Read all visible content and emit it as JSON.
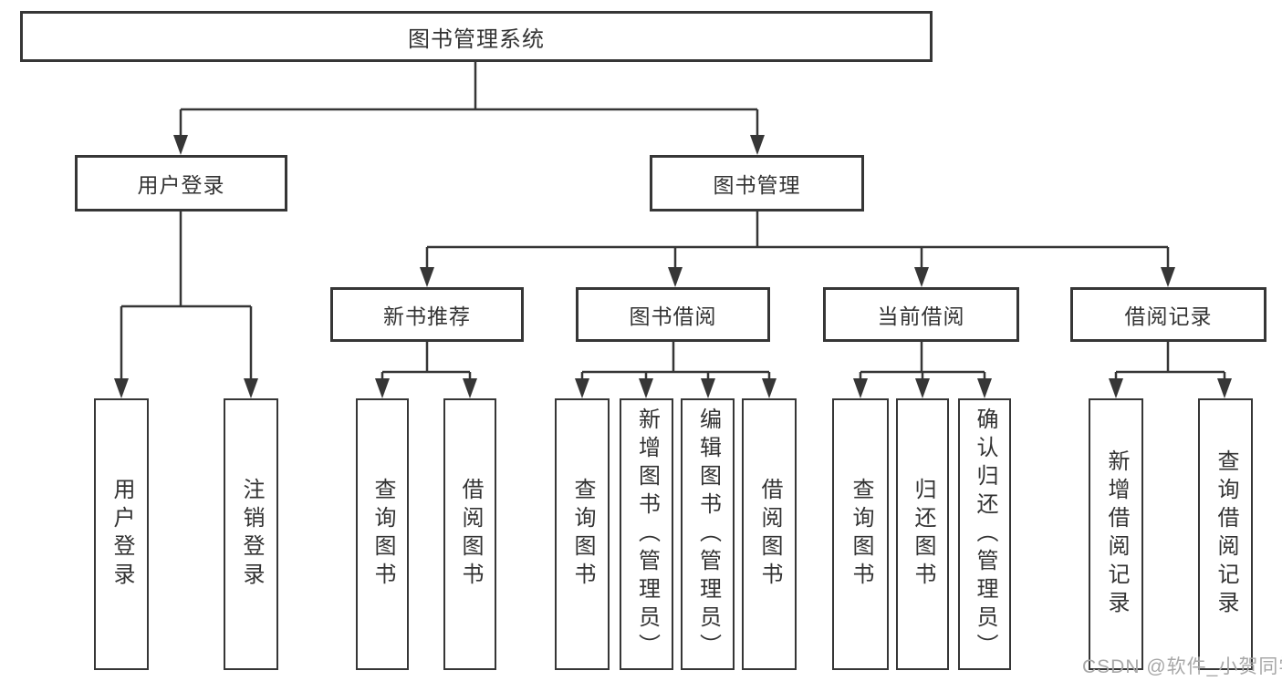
{
  "diagram": {
    "root": {
      "label": "图书管理系统"
    },
    "user_login": {
      "label": "用户登录",
      "children": [
        {
          "label": "用户登录"
        },
        {
          "label": "注销登录"
        }
      ]
    },
    "book_management": {
      "label": "图书管理",
      "children": [
        {
          "label": "新书推荐",
          "children": [
            {
              "label": "查询图书"
            },
            {
              "label": "借阅图书"
            }
          ]
        },
        {
          "label": "图书借阅",
          "children": [
            {
              "label": "查询图书"
            },
            {
              "label": "新增图书（管理员）"
            },
            {
              "label": "编辑图书（管理员）"
            },
            {
              "label": "借阅图书"
            }
          ]
        },
        {
          "label": "当前借阅",
          "children": [
            {
              "label": "查询图书"
            },
            {
              "label": "归还图书"
            },
            {
              "label": "确认归还（管理员）"
            }
          ]
        },
        {
          "label": "借阅记录",
          "children": [
            {
              "label": "新增借阅记录"
            },
            {
              "label": "查询借阅记录"
            }
          ]
        }
      ]
    }
  },
  "watermark": {
    "text": "CSDN @软件_小贺同学"
  },
  "colors": {
    "line": "#363636",
    "text": "#333333",
    "background": "#ffffff",
    "watermark": "#a8a8a8"
  }
}
